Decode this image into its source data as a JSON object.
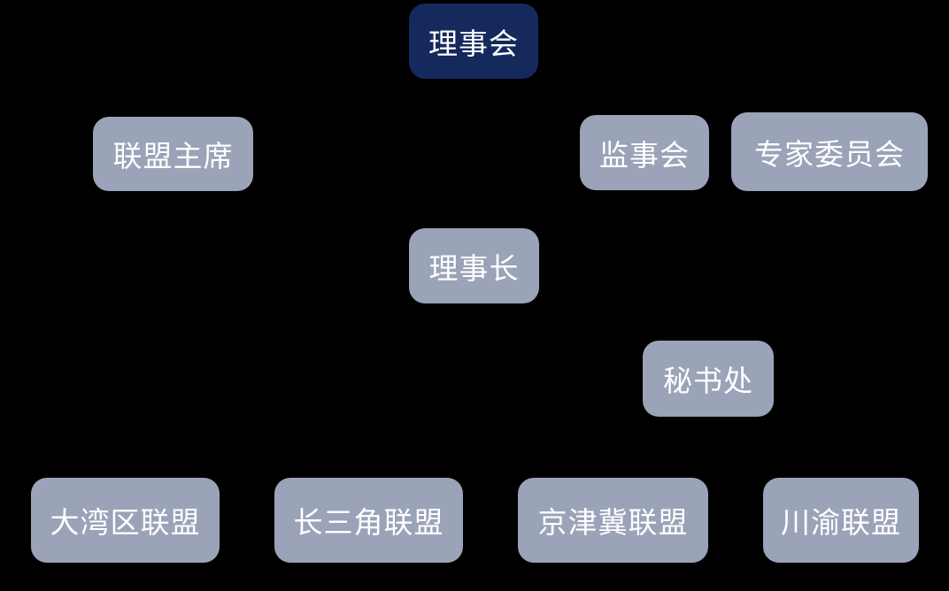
{
  "diagram": {
    "type": "org-chart",
    "background_color": "#000000",
    "text_color": "#ffffff",
    "node_colors": {
      "primary": "#15295c",
      "secondary": "#9aa3b8"
    },
    "nodes": [
      {
        "label": "理事会",
        "level": 1,
        "style": "primary"
      },
      {
        "label": "联盟主席",
        "level": 2,
        "style": "secondary"
      },
      {
        "label": "监事会",
        "level": 2,
        "style": "secondary"
      },
      {
        "label": "专家委员会",
        "level": 2,
        "style": "secondary"
      },
      {
        "label": "理事长",
        "level": 3,
        "style": "secondary"
      },
      {
        "label": "秘书处",
        "level": 4,
        "style": "secondary"
      },
      {
        "label": "大湾区联盟",
        "level": 5,
        "style": "secondary"
      },
      {
        "label": "长三角联盟",
        "level": 5,
        "style": "secondary"
      },
      {
        "label": "京津冀联盟",
        "level": 5,
        "style": "secondary"
      },
      {
        "label": "川渝联盟",
        "level": 5,
        "style": "secondary"
      }
    ]
  }
}
